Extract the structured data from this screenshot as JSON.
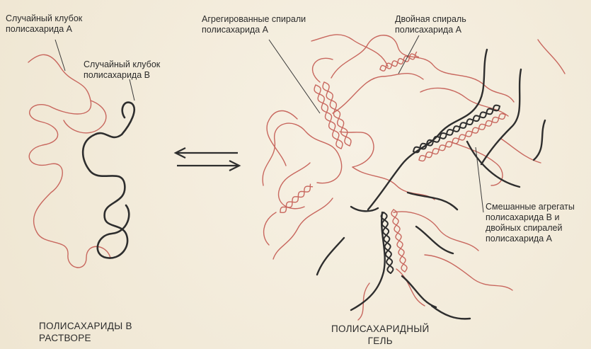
{
  "colors": {
    "polysaccharide_a": "#c8675e",
    "polysaccharide_b": "#2e2e2e",
    "leader_line": "#3a3a3a"
  },
  "labels": {
    "coil_a": "Случайный клубок\nполисахарида А",
    "coil_b": "Случайный клубок\nполисахарида В",
    "aggregated_helices": "Агрегированные спирали\nполисахарида А",
    "double_helix": "Двойная спираль\nполисахарида А",
    "mixed_aggregates": "Смешанные агрегаты\nполисахарида В и\nдвойных спиралей\nполисахарида А"
  },
  "captions": {
    "solution": "ПОЛИСАХАРИДЫ В\nРАСТВОРЕ",
    "gel": "ПОЛИСАХАРИДНЫЙ\nГЕЛЬ"
  },
  "equilibrium_symbol": "⇄"
}
